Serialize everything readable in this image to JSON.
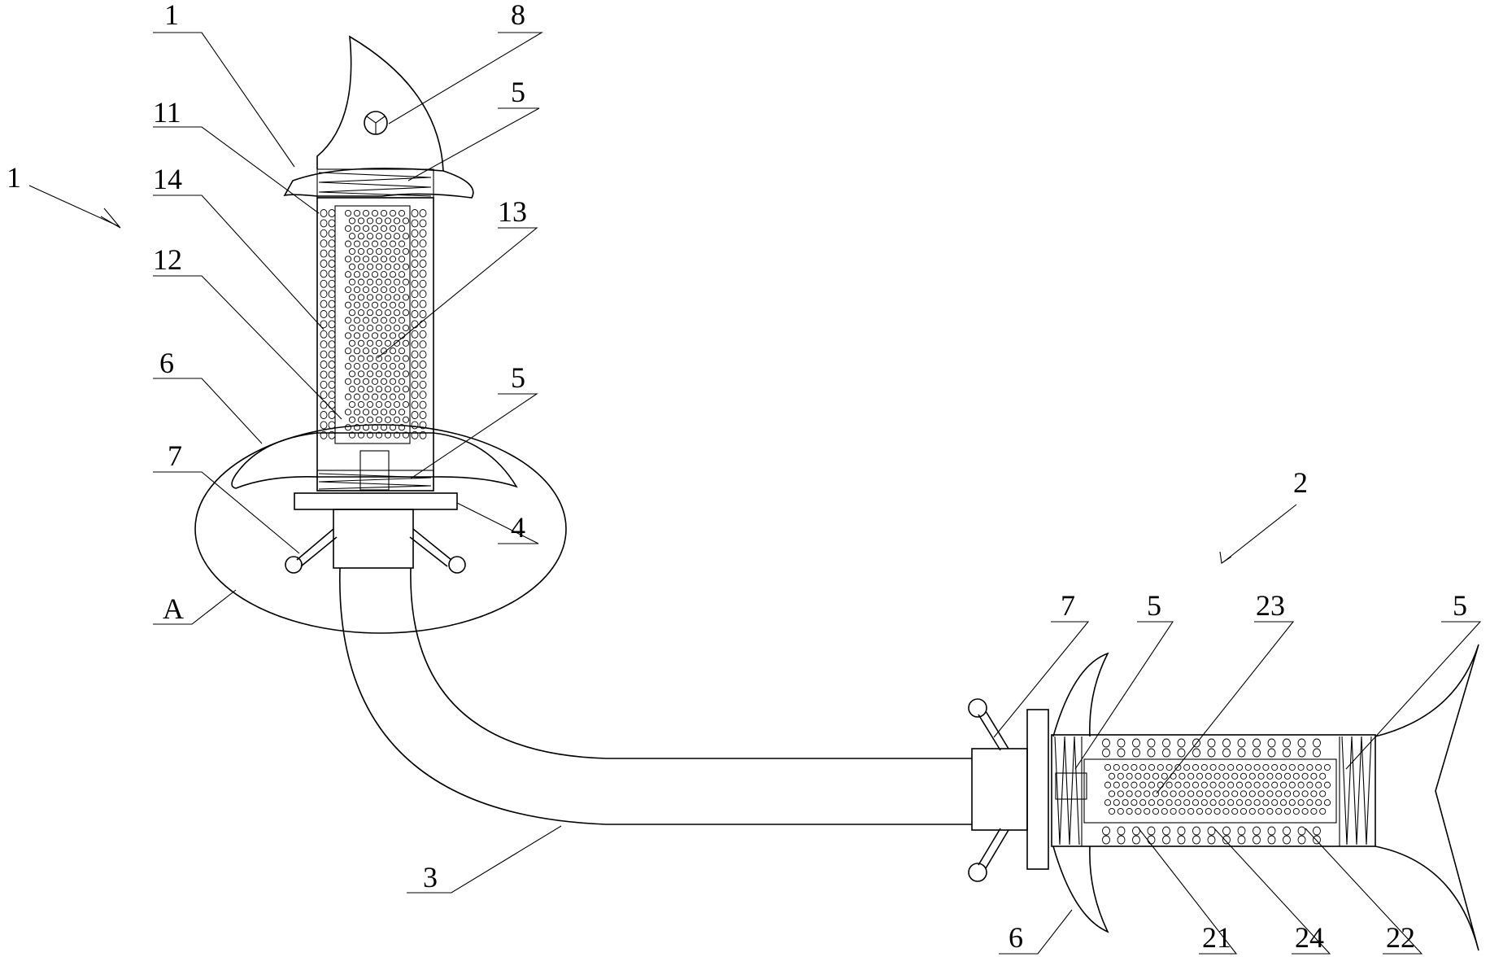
{
  "labels": {
    "ref_1": "1",
    "ref_8": "8",
    "ref_1b": "1",
    "ref_5a": "5",
    "ref_11": "11",
    "ref_14": "14",
    "ref_13": "13",
    "ref_12": "12",
    "ref_6a": "6",
    "ref_5b": "5",
    "ref_7a": "7",
    "ref_4": "4",
    "ref_A": "A",
    "ref_2": "2",
    "ref_7b": "7",
    "ref_5c": "5",
    "ref_23": "23",
    "ref_5d": "5",
    "ref_3": "3",
    "ref_6b": "6",
    "ref_21": "21",
    "ref_24": "24",
    "ref_22": "22"
  }
}
